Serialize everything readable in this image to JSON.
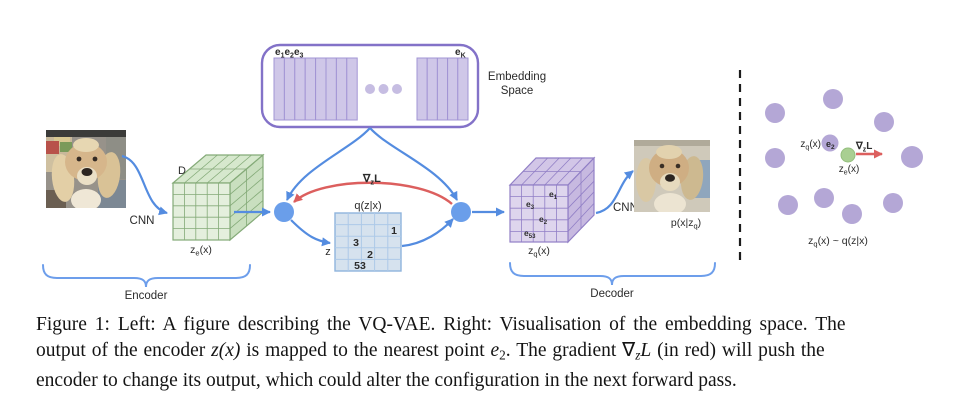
{
  "colors": {
    "arrow_blue": "#548ce0",
    "arrow_red": "#dc5f5e",
    "embedding_border": "#8372c8",
    "bar_fill": "#cfc7e8",
    "bar_stroke": "#a294d4",
    "node_fill": "#6a9eea",
    "green_cube": "#e4efdd",
    "purple_cube": "#ded5ed",
    "latent_grid": "#d6e2ee",
    "panel_circle": "#b4a7d6",
    "panel_green": "#a9cf92",
    "brace_blue": "#6d9eeb"
  },
  "diagram": {
    "embedding": {
      "e": "e",
      "sub1": "1",
      "sub2": "2",
      "sub3": "3",
      "eK": "e",
      "subK": "K",
      "space1": "Embedding",
      "space2": "Space"
    },
    "encoder": {
      "cnn": "CNN",
      "d": "D",
      "z": "z",
      "sub": "e",
      "paren": "(x)",
      "brace": "Encoder"
    },
    "latent": {
      "q": "q(z|x)",
      "z": "z",
      "n1": "1",
      "n2": "3",
      "n3": "2",
      "n4": "53"
    },
    "grad": {
      "nabla": "∇",
      "sub": "z",
      "L": "L"
    },
    "decoder": {
      "cnn": "CNN",
      "z": "z",
      "sub": "q",
      "paren": "(x)",
      "e": "e",
      "s1": "1",
      "s2": "3",
      "s3": "2",
      "s4": "53",
      "p": "p(x|z",
      "psub": "q",
      "pclose": ")",
      "brace": "Decoder"
    }
  },
  "panel": {
    "zq": {
      "z": "z",
      "sub": "q",
      "paren": "(x)"
    },
    "e2": {
      "e": "e",
      "sub": "2"
    },
    "grad": {
      "nabla": "∇",
      "sub": "z",
      "L": "L"
    },
    "ze": {
      "z": "z",
      "sub": "e",
      "paren": "(x)"
    },
    "dist": {
      "z": "z",
      "sub": "q",
      "rest": "(x) ~ q(z|x)"
    }
  },
  "caption": {
    "line1": "Figure 1: Left: A figure describing the VQ-VAE. Right: Visualisation of the embedding space. The",
    "line2a": "output of the encoder ",
    "line2b": "z(x)",
    "line2c": " is mapped to the nearest point ",
    "line2d": "e",
    "line2e": "2",
    "line2f": ". The gradient ",
    "line2g": "∇",
    "line2h": "z",
    "line2i": "L",
    "line2j": " (in red) will push the",
    "line3": "encoder to change its output, which could alter the configuration in the next forward pass."
  }
}
